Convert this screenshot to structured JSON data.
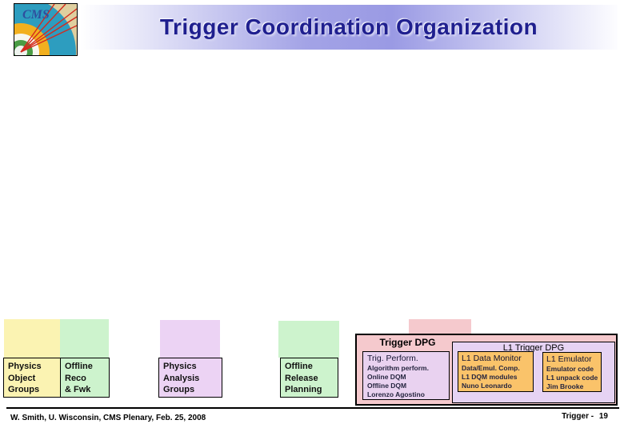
{
  "slide": {
    "title": "Trigger Coordination Organization",
    "logo": {
      "text": "CMS"
    },
    "footer": {
      "left": "W. Smith, U. Wisconsin,  CMS Plenary, Feb. 25, 2008",
      "right_label": "Trigger -",
      "page": "19"
    }
  },
  "groups": {
    "physics_object": "Physics\nObject\nGroups",
    "offline_reco": "Offline\nReco\n& Fwk",
    "physics_analysis": "Physics\nAnalysis\nGroups",
    "offline_release": "Offline\nRelease\nPlanning"
  },
  "trigger_dpg": {
    "title": "Trigger DPG",
    "trig_perform": {
      "heading": "Trig. Perform.",
      "lines": [
        "Algorithm perform.",
        "Online DQM",
        "Offline DQM",
        "Lorenzo Agostino"
      ]
    },
    "l1": {
      "title": "L1 Trigger DPG",
      "data_monitor": {
        "heading": "L1 Data Monitor",
        "lines": [
          "Data/Emul. Comp.",
          "L1 DQM modules",
          "Nuno Leonardo"
        ]
      },
      "emulator": {
        "heading": "L1 Emulator",
        "lines": [
          "Emulator code",
          "L1 unpack code",
          "Jim Brooke"
        ]
      }
    }
  },
  "colors": {
    "title_text": "#1f1f8f",
    "header_gradient_mid": "#9a9ae4",
    "yellow": "#fbf3b2",
    "green": "#cdf3cd",
    "purple": "#ecd3f4",
    "pink": "#f5c9cd",
    "lavender": "#e9d2f0",
    "orange": "#fac36a"
  }
}
